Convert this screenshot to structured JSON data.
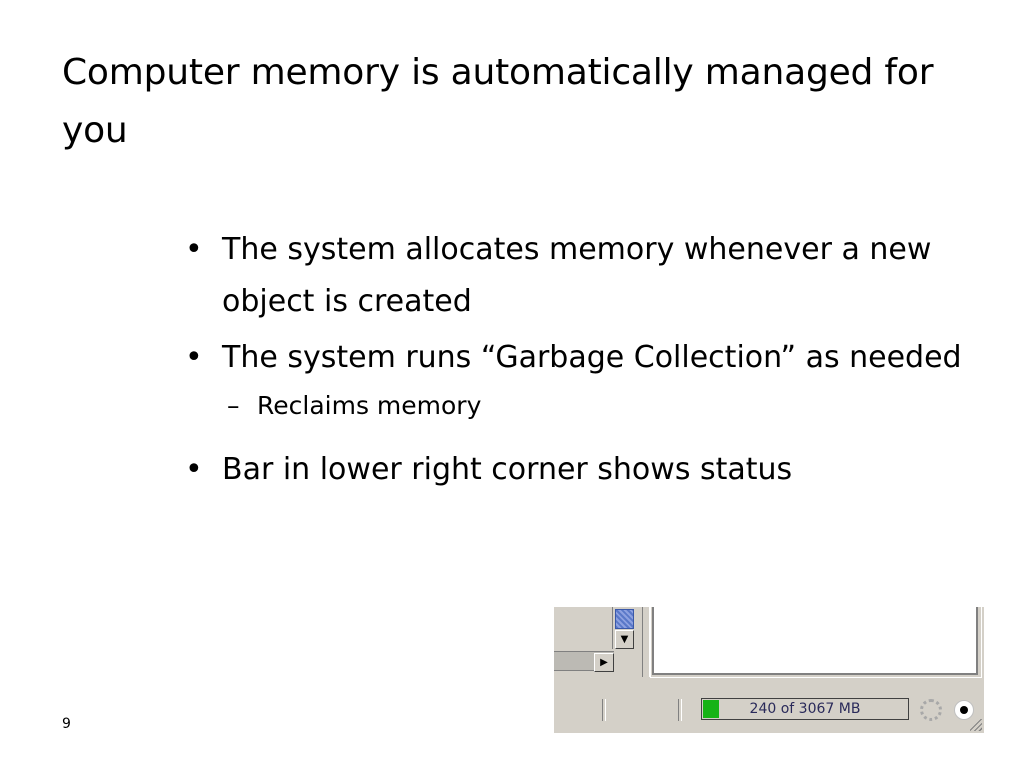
{
  "slide": {
    "title": "Computer memory is automatically managed for you",
    "page_number": "9",
    "bullets": [
      {
        "text": "The system allocates memory whenever a new object is created"
      },
      {
        "text": "The system runs “Garbage Collection” as needed",
        "sub": "Reclaims memory"
      },
      {
        "text": "Bar in lower right corner shows status"
      }
    ]
  },
  "status_bar": {
    "memory_label": "240 of 3067 MB",
    "memory_used_mb": 240,
    "memory_total_mb": 3067,
    "fill_color": "#16b316",
    "icons": [
      "garbage-collect-icon",
      "record-icon",
      "resize-grip-icon"
    ]
  }
}
